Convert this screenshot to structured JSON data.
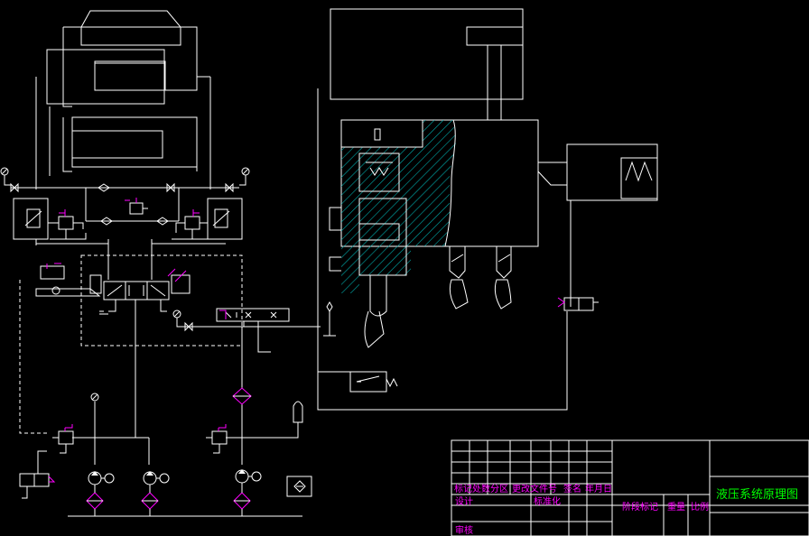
{
  "title_block": {
    "drawing_title": "液压系统原理图",
    "row_headers": {
      "mark": "标记",
      "count": "处数",
      "zone": "分区",
      "change_doc": "更改文件号",
      "signature": "签名",
      "date": "年月日"
    },
    "design_label": "设计",
    "standardize_label": "标准化",
    "review_label": "审核",
    "stage_mark_label": "阶段标记",
    "weight_label": "重量",
    "scale_label": "比例"
  },
  "colors": {
    "lines": "#ffffff",
    "title_text": "#00ff00",
    "table_text": "#ff00ff",
    "hatch": "#00aaaa"
  }
}
